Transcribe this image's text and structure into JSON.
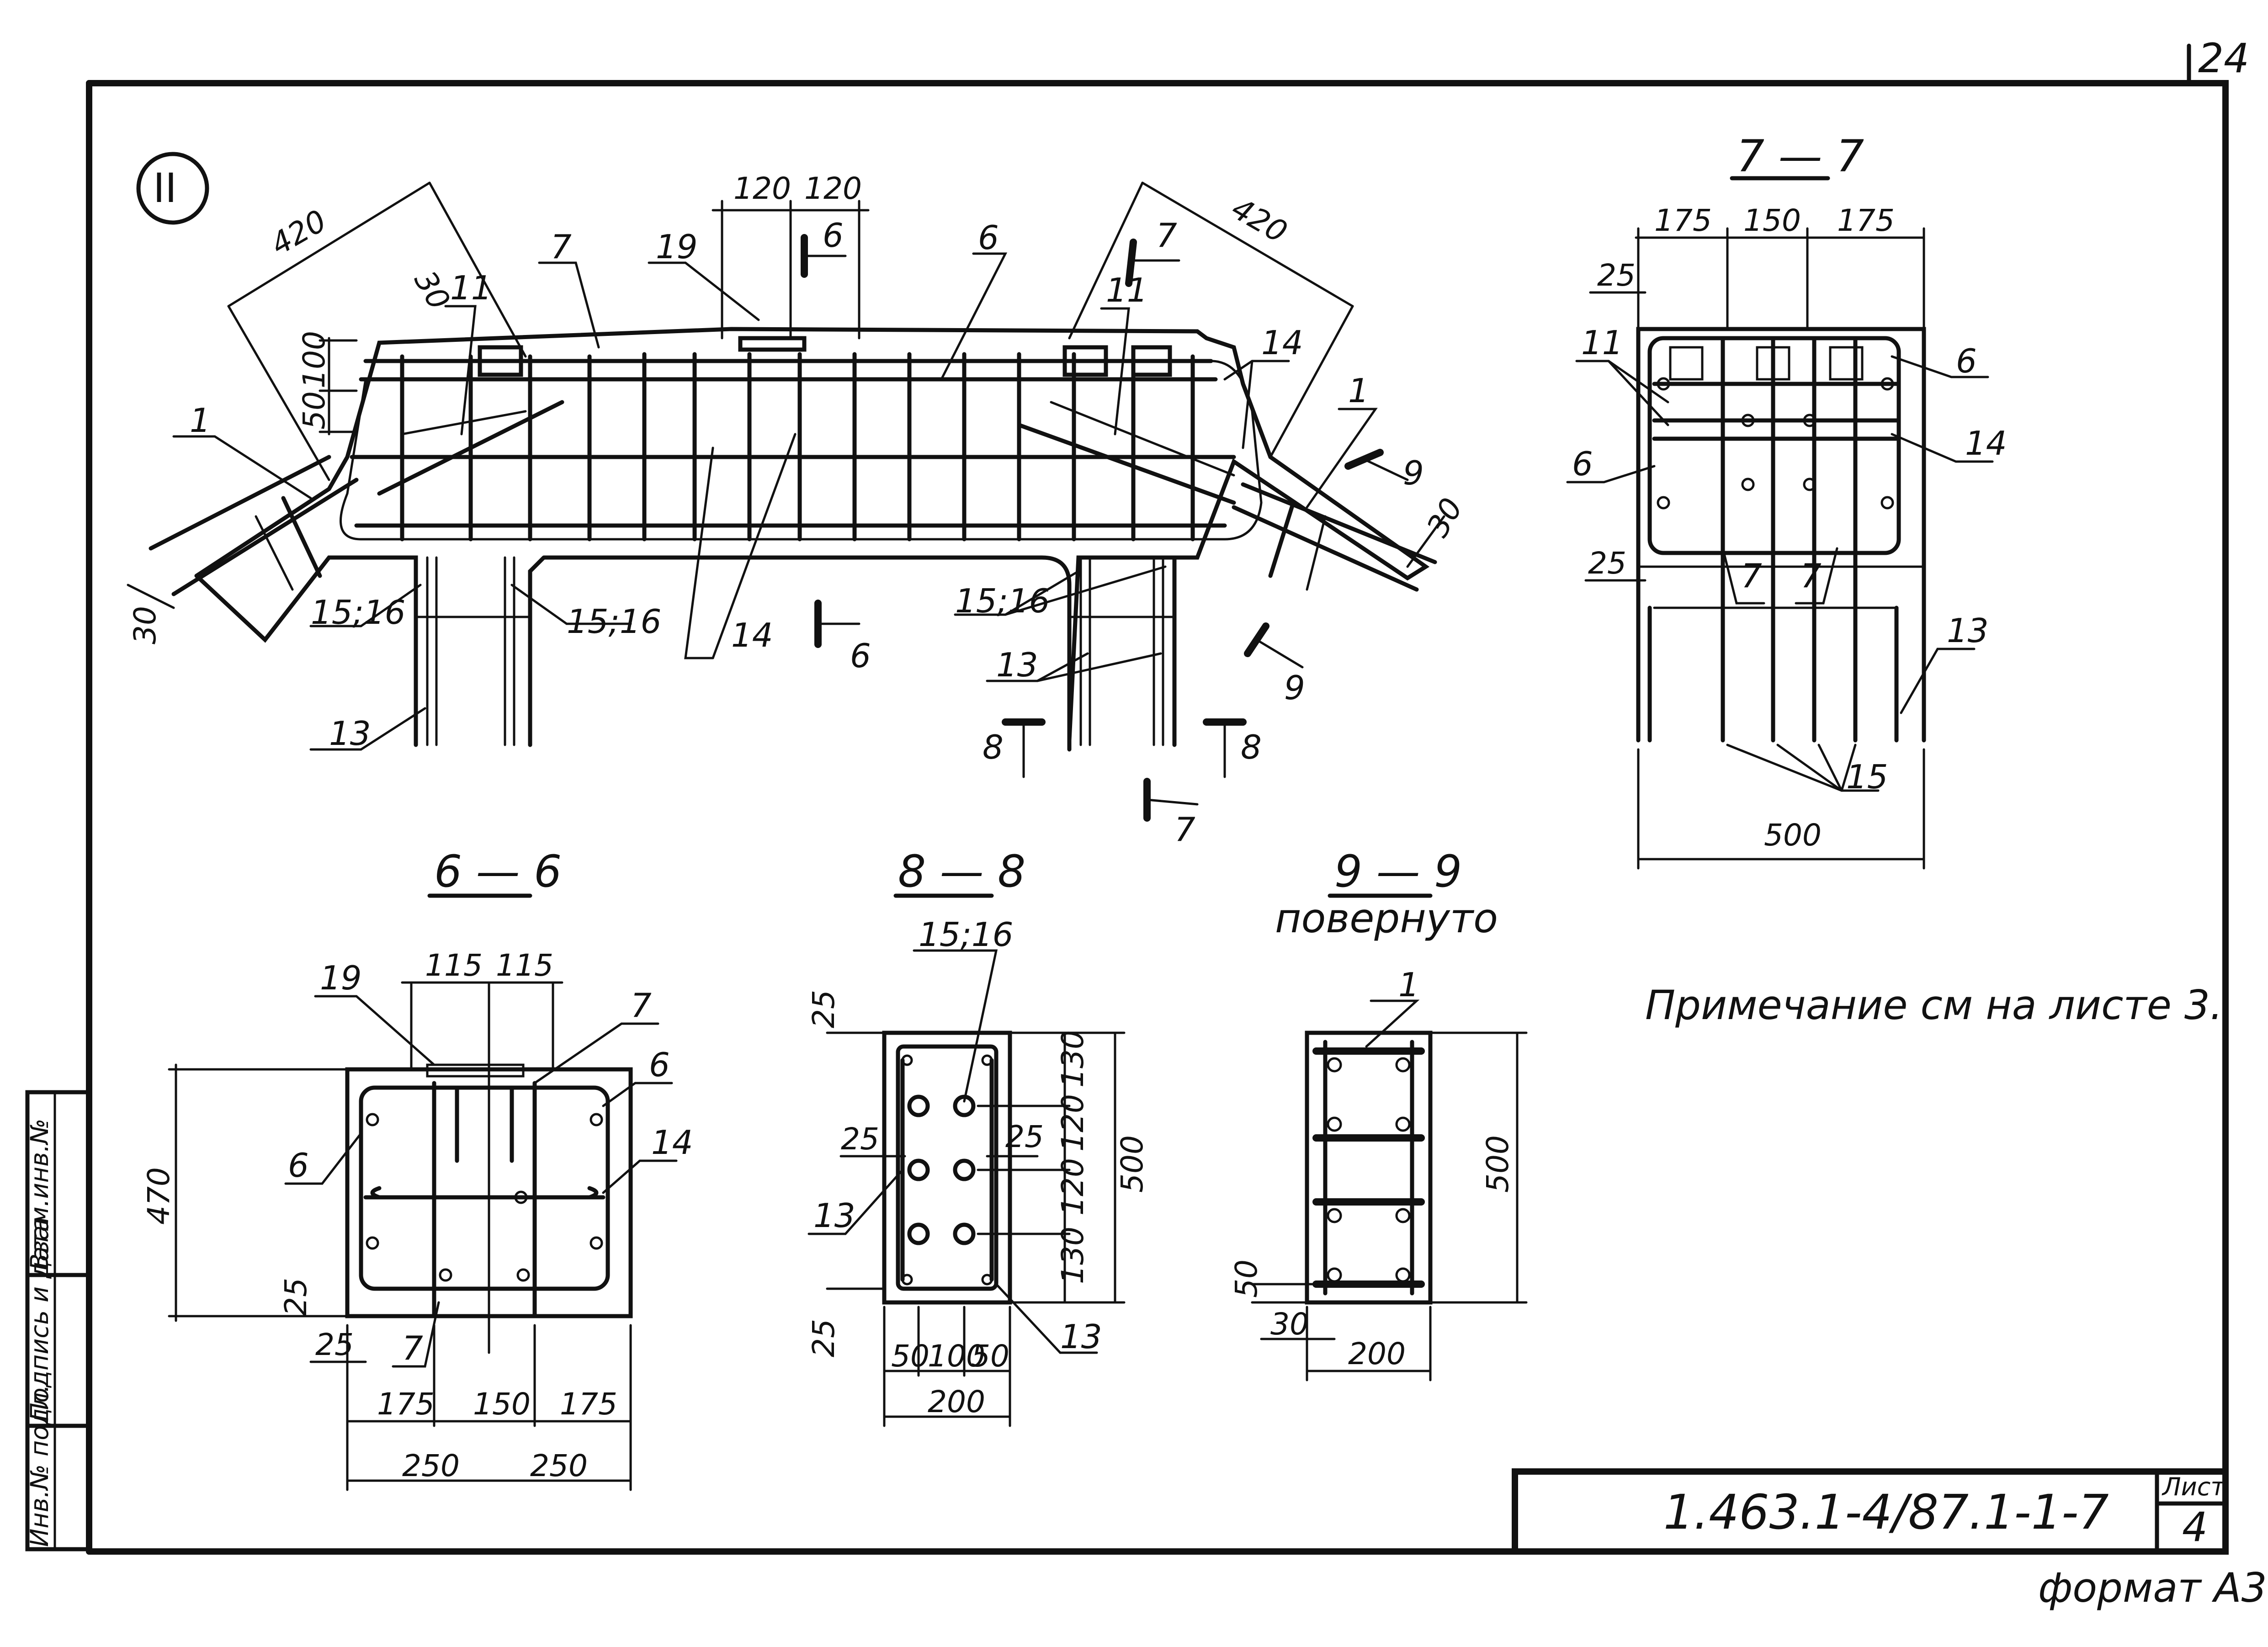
{
  "sheet": {
    "page_number": "24",
    "detail_mark": "II",
    "format_label": "формат А3",
    "doc_code": "1.463.1-4/87.1-1-7",
    "sheet_label": "Лист",
    "sheet_number": "4",
    "note": "Примечание см на листе 3.",
    "side_stamp": [
      "Инв.№ подл.",
      "Подпись и дата",
      "Взам.инв.№"
    ]
  },
  "main_view": {
    "dims": {
      "left_420": "420",
      "right_420": "420",
      "d120a": "120",
      "d120b": "120",
      "d30a": "30",
      "d30b": "30",
      "d30c": "30",
      "d100": "100",
      "d50": "50"
    },
    "callouts": {
      "c1_left": "1",
      "c1_right": "1",
      "c7": "7",
      "c19": "19",
      "c6": "6",
      "c11a": "11",
      "c11b": "11",
      "c14a": "14",
      "c14b": "14",
      "c1516a": "15;16",
      "c1516b": "15;16",
      "c1516c": "15;16",
      "c13a": "13",
      "c13b": "13"
    },
    "section_marks": {
      "s6_top": "6",
      "s6_bot": "6",
      "s7_top": "7",
      "s7_bot": "7",
      "s8_l": "8",
      "s8_r": "8",
      "s9_top": "9",
      "s9_bot": "9"
    }
  },
  "sec_77": {
    "title": "7 — 7",
    "dims": {
      "d175a": "175",
      "d150": "150",
      "d175b": "175",
      "d25a": "25",
      "d25b": "25",
      "d500": "500"
    },
    "callouts": {
      "c11": "11",
      "c6a": "6",
      "c6b": "6",
      "c14": "14",
      "c7a": "7",
      "c7b": "7",
      "c13": "13",
      "c15": "15"
    }
  },
  "sec_66": {
    "title": "6 — 6",
    "dims": {
      "d115a": "115",
      "d115b": "115",
      "d470": "470",
      "d25a": "25",
      "d25b": "25",
      "d175a": "175",
      "d150": "150",
      "d175b": "175",
      "d250a": "250",
      "d250b": "250"
    },
    "callouts": {
      "c19": "19",
      "c7a": "7",
      "c6a": "6",
      "c6b": "6",
      "c14": "14",
      "c7b": "7"
    }
  },
  "sec_88": {
    "title": "8 — 8",
    "dims": {
      "d25a": "25",
      "d25b": "25",
      "d25c": "25",
      "d25d": "25",
      "d130a": "130",
      "d120a": "120",
      "d120b": "120",
      "d130b": "130",
      "d500": "500",
      "d50a": "50",
      "d100": "100",
      "d50b": "50",
      "d200": "200"
    },
    "callouts": {
      "c1516": "15;16",
      "c13a": "13",
      "c13b": "13"
    }
  },
  "sec_99": {
    "title": "9 — 9",
    "subtitle": "повернуто",
    "dims": {
      "d500": "500",
      "d50": "50",
      "d30": "30",
      "d200": "200"
    },
    "callouts": {
      "c1": "1"
    }
  }
}
